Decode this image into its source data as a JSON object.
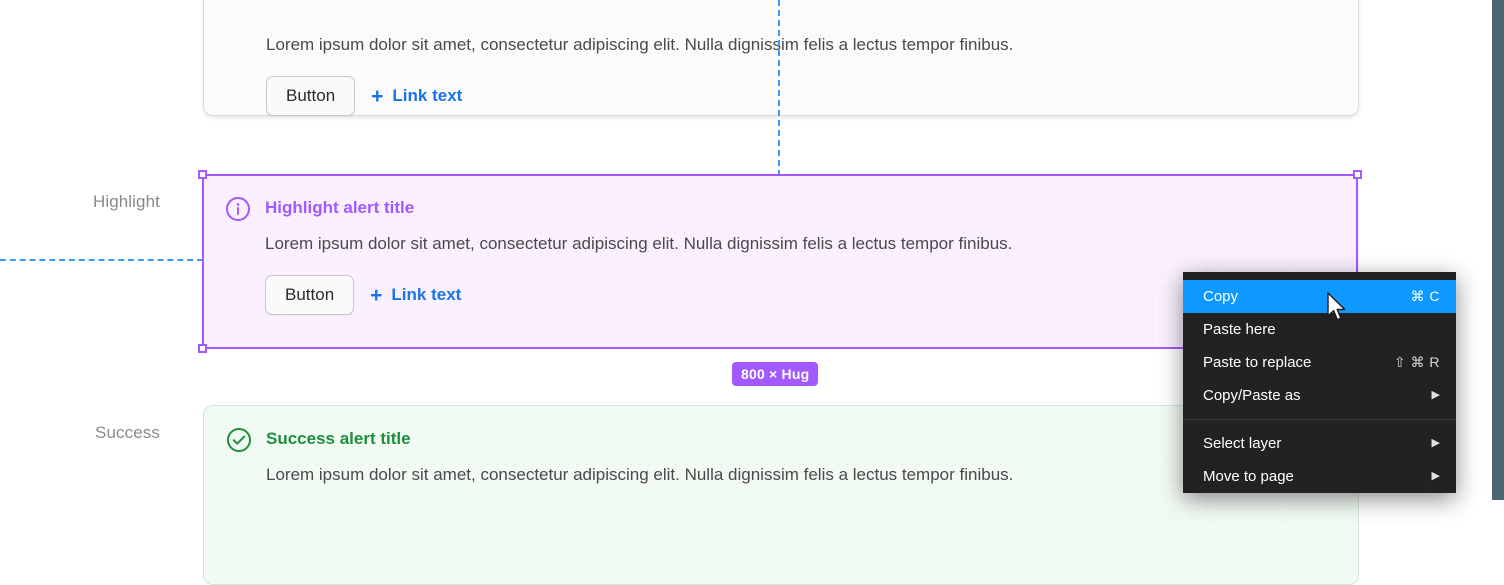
{
  "labels": {
    "highlight": "Highlight",
    "success": "Success"
  },
  "alerts": {
    "neutral": {
      "body": "Lorem ipsum dolor sit amet, consectetur adipiscing elit. Nulla dignissim felis a lectus tempor finibus.",
      "button": "Button",
      "link": "Link text",
      "plus": "+"
    },
    "highlight": {
      "icon": "info-circle-icon",
      "title": "Highlight alert title",
      "body": "Lorem ipsum dolor sit amet, consectetur adipiscing elit. Nulla dignissim felis a lectus tempor finibus.",
      "button": "Button",
      "link": "Link text",
      "plus": "+",
      "accent": "#a259ff",
      "background": "#faf0ff"
    },
    "success": {
      "icon": "check-circle-icon",
      "title": "Success alert title",
      "body": "Lorem ipsum dolor sit amet, consectetur adipiscing elit. Nulla dignissim felis a lectus tempor finibus.",
      "accent": "#1e8e3e",
      "background": "#f2faf4"
    }
  },
  "selection": {
    "size_badge": "800 × Hug",
    "accent": "#a259ff"
  },
  "guides": {
    "color": "#3d9bf5"
  },
  "context_menu": {
    "items": [
      {
        "label": "Copy",
        "shortcut": "⌘ C",
        "arrow": "",
        "active": true
      },
      {
        "label": "Paste here",
        "shortcut": "",
        "arrow": "",
        "active": false
      },
      {
        "label": "Paste to replace",
        "shortcut": "⇧ ⌘ R",
        "arrow": "",
        "active": false
      },
      {
        "label": "Copy/Paste as",
        "shortcut": "",
        "arrow": "▶",
        "active": false
      },
      {
        "label": "Select layer",
        "shortcut": "",
        "arrow": "▶",
        "active": false
      },
      {
        "label": "Move to page",
        "shortcut": "",
        "arrow": "▶",
        "active": false
      }
    ],
    "highlight_color": "#0d99ff",
    "background": "#222222"
  }
}
